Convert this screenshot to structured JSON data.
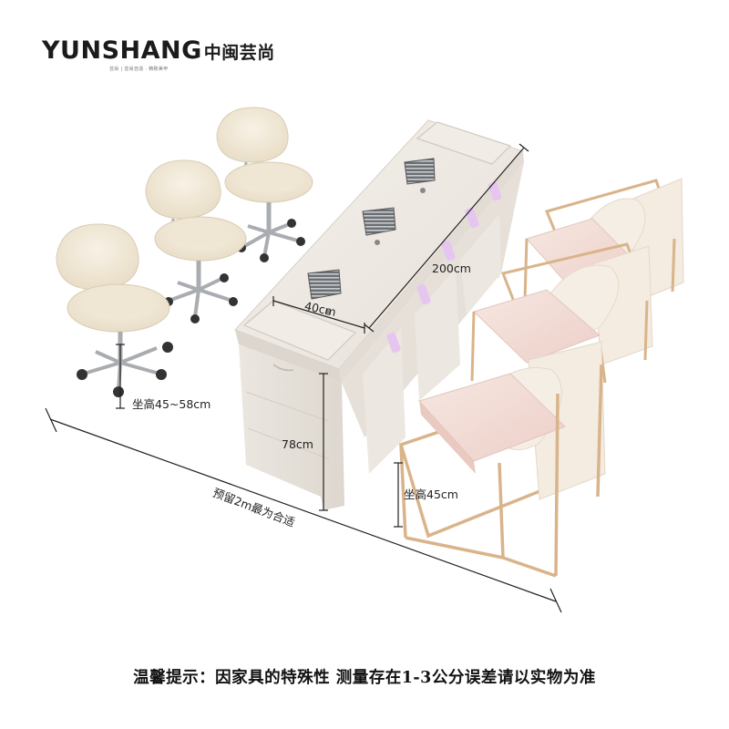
{
  "logo": {
    "brand": "YUNSHANG",
    "brand_cn": "中闽芸尚",
    "tagline": "芸尚 | 芸尚自造 · 精致美甲"
  },
  "dimensions": {
    "table_length": "200cm",
    "vent_width": "40cm",
    "table_height": "78cm",
    "stool_seat_height": "坐高45~58cm",
    "chair_seat_height": "坐高45cm",
    "clearance": "预留2m最为合适"
  },
  "notice": "温馨提示：因家具的特殊性 测量存在1-3公分误差请以实物为准",
  "colors": {
    "table": "#ece7e1",
    "table_shadow": "#d9d3cc",
    "glow": "#e6c6f0",
    "stool_cushion": "#f1e8d6",
    "chair_seat": "#f2d9d3",
    "chair_frame": "#d9b48a",
    "chrome": "#a9acb0",
    "dimension_line": "#222222"
  }
}
